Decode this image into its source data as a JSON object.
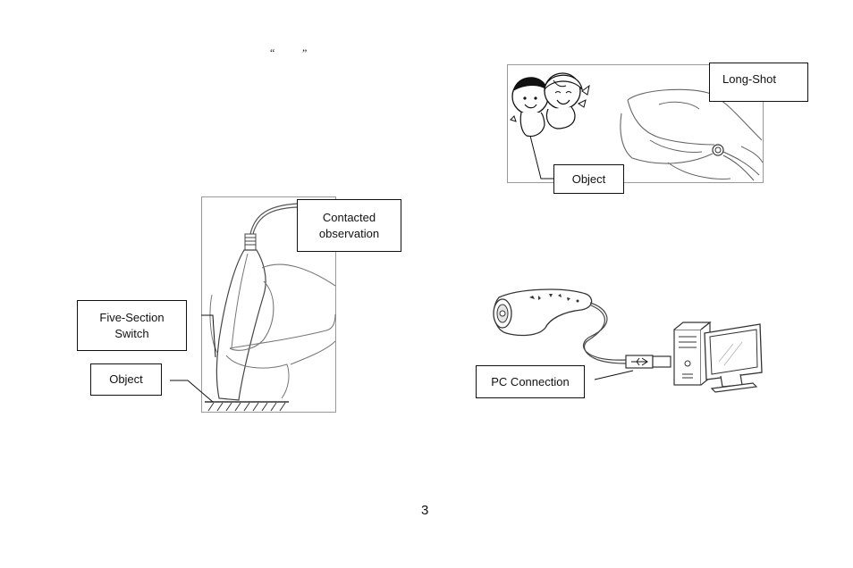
{
  "quote_marks": {
    "open": "“",
    "close": "”"
  },
  "labels": {
    "contacted": "Contacted\nobservation",
    "five_section": "Five-Section\nSwitch",
    "object_left": "Object",
    "long_shot": "Long-Shot",
    "object_right": "Object",
    "pc_connection": "PC Connection"
  },
  "page_number": "3"
}
